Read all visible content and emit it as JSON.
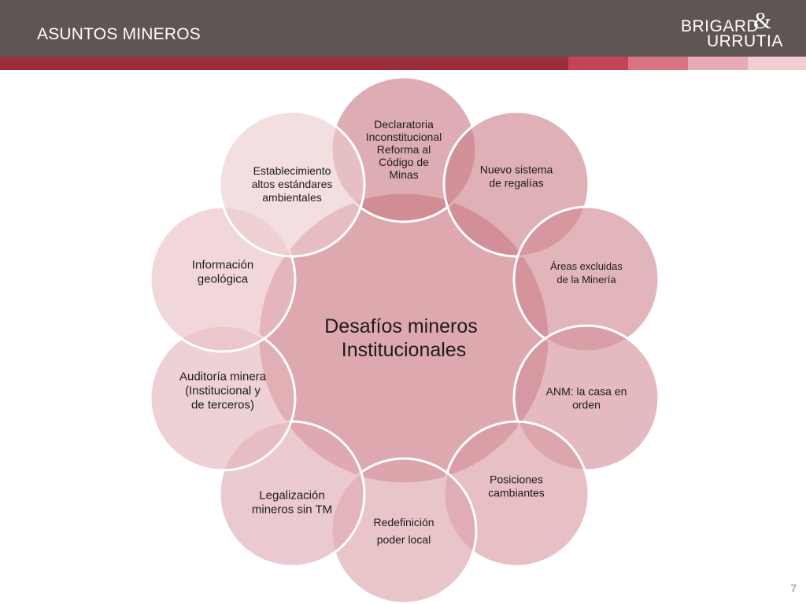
{
  "header": {
    "title": "ASUNTOS MINEROS",
    "logo_line1": "BRIGARD",
    "logo_amp": "&",
    "logo_line2": "URRUTIA"
  },
  "diagram": {
    "center": [
      "Desafíos mineros",
      "Institucionales"
    ],
    "nodes": [
      [
        "Declaratoria",
        "Inconstitucional",
        "Reforma al",
        "Código de",
        "Minas"
      ],
      [
        "Nuevo sistema",
        "de regalías"
      ],
      [
        "Áreas excluidas",
        "de la Minería"
      ],
      [
        "ANM: la casa en",
        "orden"
      ],
      [
        "Posiciones",
        "cambiantes"
      ],
      [
        "Redefinición",
        "poder local"
      ],
      [
        "Legalización",
        "mineros sin TM"
      ],
      [
        "Auditoría minera",
        "(Institucional y",
        "de terceros)"
      ],
      [
        "Información",
        "geológica"
      ],
      [
        "Establecimiento",
        "altos estándares",
        "ambientales"
      ]
    ]
  },
  "footer": {
    "page_number": "7"
  },
  "colors": {
    "header_bg": "#5f5654",
    "stripe": [
      "#9c2e3a",
      "#c24455",
      "#d77382",
      "#e8aab4",
      "#f2cdd3"
    ],
    "center_fill": "#c66e78",
    "node_fills": [
      "#c97a84",
      "#cc8089",
      "#d0888f",
      "#d49099",
      "#d898a0",
      "#dca2a9",
      "#dfaab1",
      "#e4b4ba",
      "#e8bec3",
      "#eccacd"
    ]
  }
}
